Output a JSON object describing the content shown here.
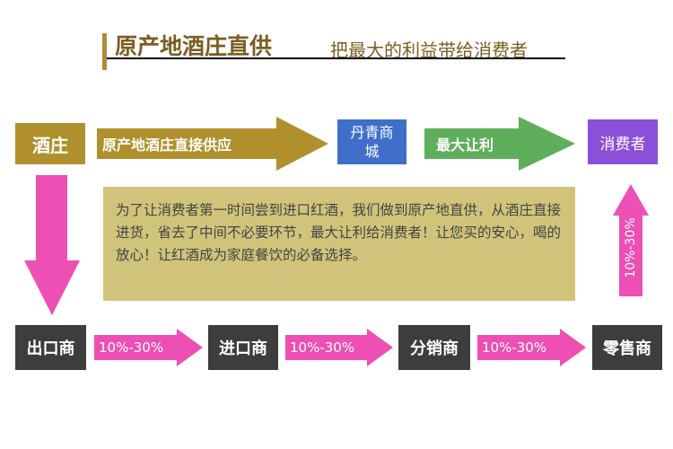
{
  "header": {
    "title": "原产地酒庄直供",
    "subtitle": "把最大的利益带给消费者"
  },
  "top_flow": {
    "winery": "酒庄",
    "direct_arrow": "原产地酒庄直接供应",
    "store": "丹青商城",
    "benefit_arrow": "最大让利",
    "consumer": "消费者"
  },
  "description": "为了让消费者第一时间尝到进口红酒，我们做到原产地直供，从酒庄直接进货，省去了中间不必要环节，最大让利给消费者！让您买的安心，喝的放心！让红酒成为家庭餐饮的必备选择。",
  "bottom_flow": {
    "exporter": "出口商",
    "importer": "进口商",
    "distributor": "分销商",
    "retailer": "零售商",
    "markup1": "10%-30%",
    "markup2": "10%-30%",
    "markup3": "10%-30%",
    "markup_up": "10%-30%"
  },
  "colors": {
    "gold": "#b0902c",
    "blue": "#3f6fc9",
    "green": "#5fae5b",
    "purple": "#8b4fd8",
    "pink": "#ee4fb4",
    "dark": "#3d3d3d",
    "panel": "#cfc47a"
  }
}
